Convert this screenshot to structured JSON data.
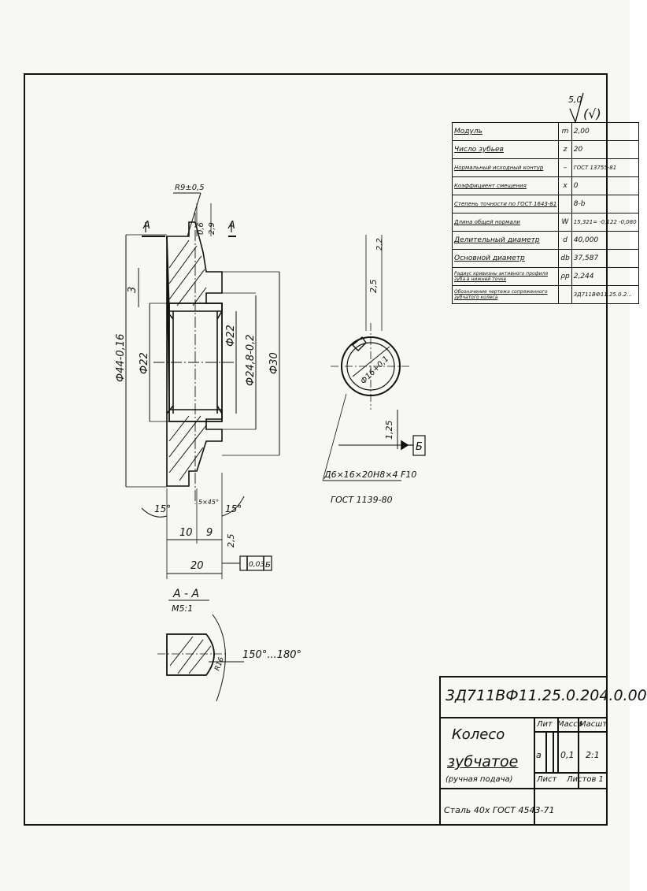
{
  "drawing": {
    "roughness_symbol": "5,0",
    "roughness_bracket": "(√)",
    "params": [
      {
        "name": "Модуль",
        "symbol": "m",
        "value": "2,00"
      },
      {
        "name": "Число зубьев",
        "symbol": "z",
        "value": "20"
      },
      {
        "name": "Нормальный исходный контур",
        "symbol": "–",
        "value": "ГОСТ 13755-81"
      },
      {
        "name": "Коэффициент смещения",
        "symbol": "x",
        "value": "0"
      },
      {
        "name": "Степень точности по ГОСТ 1643-81",
        "symbol": "",
        "value": "8-b"
      },
      {
        "name": "Длина общей нормали",
        "symbol": "W",
        "value": "15,321= -0,122 -0,080"
      },
      {
        "name": "Делительный диаметр",
        "symbol": "d",
        "value": "40,000"
      },
      {
        "name": "Основной диаметр",
        "symbol": "db",
        "value": "37,587"
      },
      {
        "name": "Радиус кривизны активного профиля зуба в нижней точке",
        "symbol": "ρp",
        "value": "2,244"
      },
      {
        "name": "Обозначение чертежа сопряженного зубчатого колеса",
        "symbol": "",
        "value": "3Д711ВФ11.25.0.2..."
      }
    ],
    "dims": {
      "r_fillet": "R9±0,5",
      "w06": "0,6",
      "w29": "2,9",
      "section": "А",
      "d44": "Ф44-0,16",
      "d22a": "Ф22",
      "d22b": "Ф22",
      "d248": "Ф24,8-0,2",
      "d30": "Ф30",
      "h3": "3",
      "a15l": "15°",
      "a15r": "15°",
      "chamfer": "5×45°",
      "l10": "10",
      "l9": "9",
      "l25": "2,5",
      "l20": "20",
      "tol": "0,03",
      "tol_base": "Б",
      "spline_d": "Ф16+0,1",
      "key_w": "2,5",
      "key_w2": "2,2",
      "d125": "1,25",
      "base_label": "Б",
      "spline_spec": "Д6×16×20Н8×4 F10",
      "spline_std": "ГОСТ 1139-80",
      "view_title": "А - А",
      "view_scale": "М5:1",
      "r16": "R16",
      "angle_range": "150°...180°"
    },
    "title_block": {
      "code": "3Д711ВФ11.25.0.204.0.00",
      "name_line1": "Колесо",
      "name_line2": "зубчатое",
      "name_line3": "(ручная подача)",
      "lit_header": "Лит",
      "mass_header": "Масса",
      "scale_header": "Масшт",
      "lit_value": "a",
      "mass_value": "0,1",
      "scale_value": "2:1",
      "sheet_label": "Лист",
      "sheets_label": "Листов 1",
      "material": "Сталь 40х ГОСТ 4543-71"
    }
  }
}
